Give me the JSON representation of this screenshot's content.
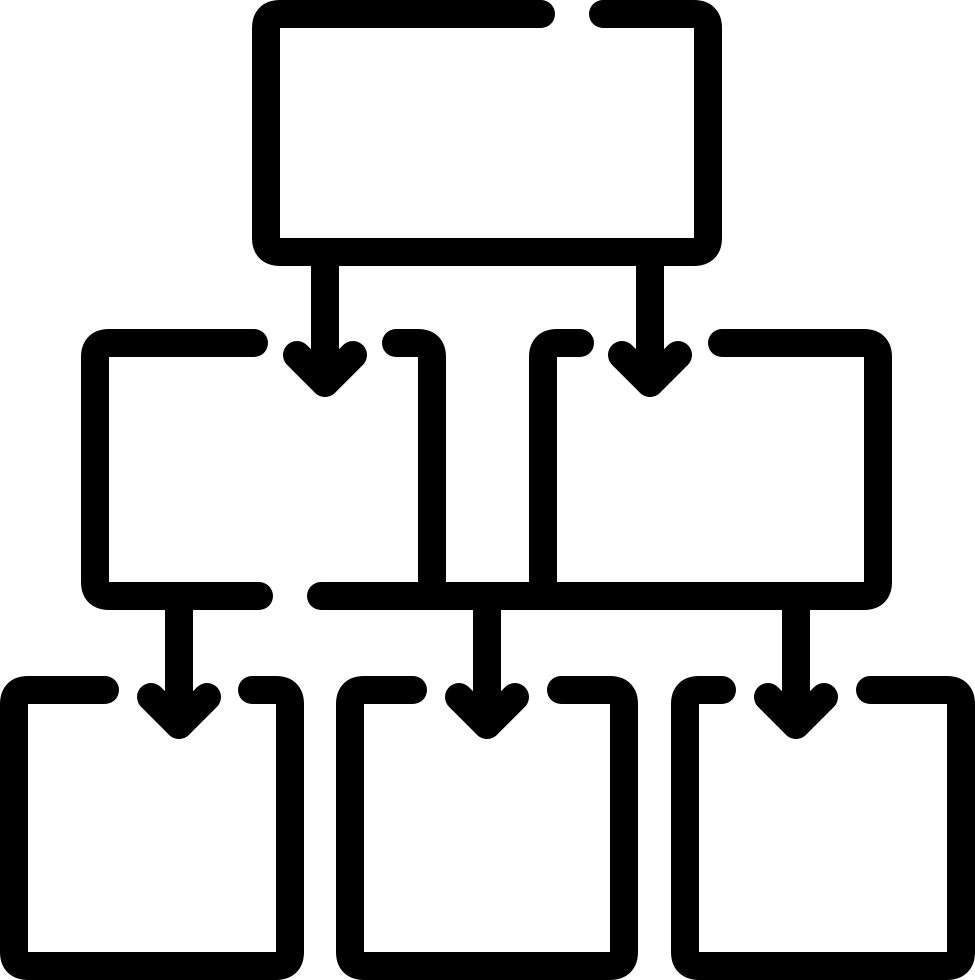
{
  "icon": {
    "name": "hierarchy-structure-icon",
    "style": "outline",
    "stroke_color": "#000000",
    "background_color": "#ffffff"
  },
  "diagram": {
    "levels": 3,
    "nodes_per_level": [
      1,
      2,
      3
    ],
    "connector_count": 5,
    "labels": []
  }
}
